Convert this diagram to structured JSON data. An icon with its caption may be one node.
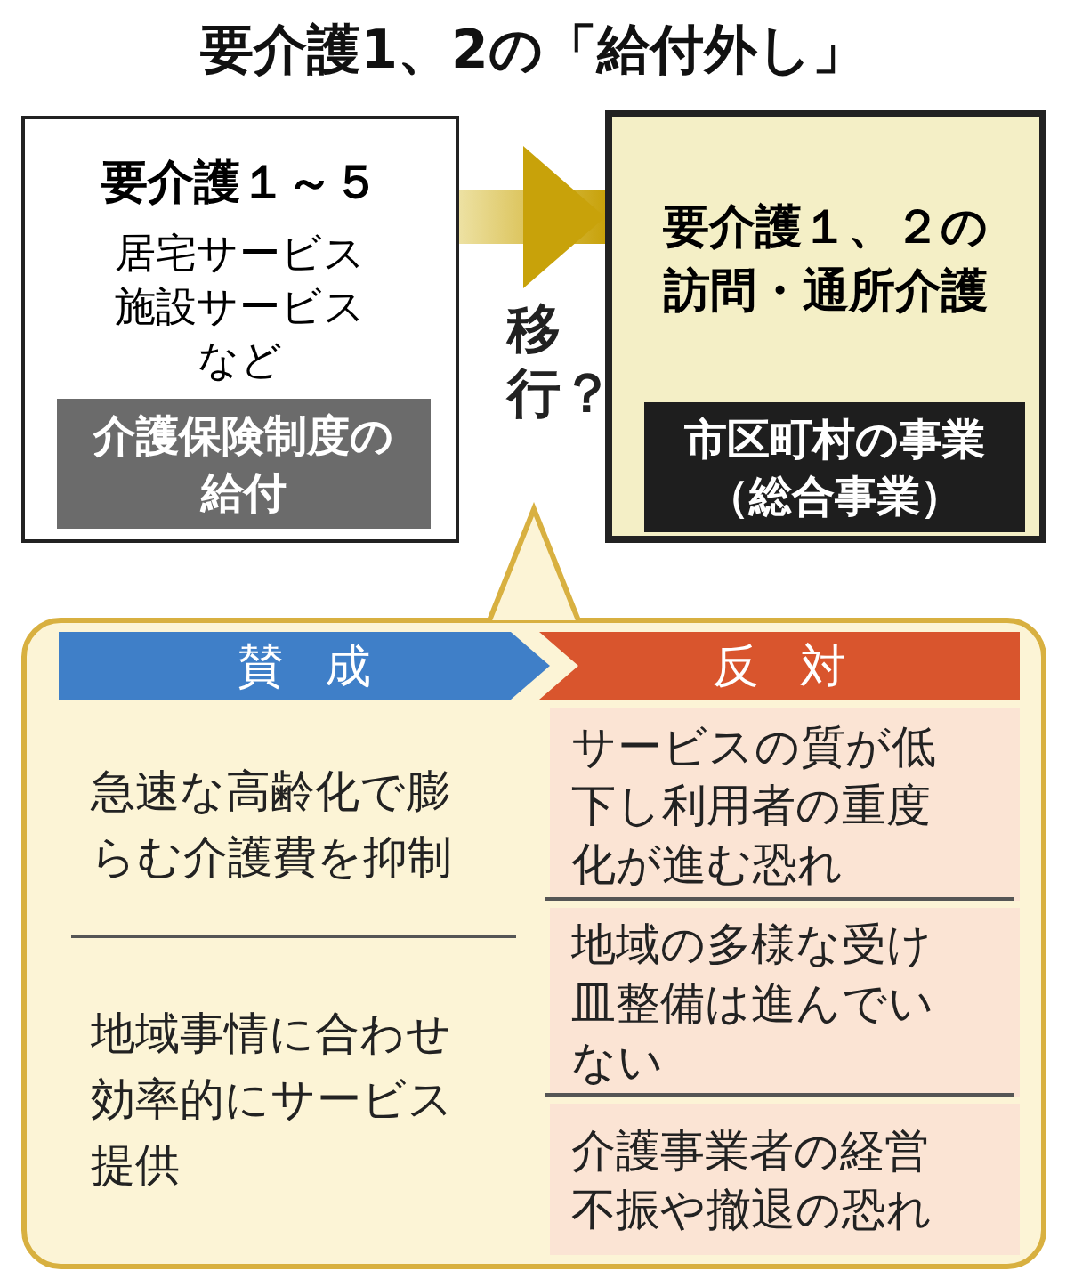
{
  "diagram": {
    "title": "要介護1、2の「給付外し」",
    "nodes": [
      {
        "text": [
          "要介護１～５",
          "居宅サービス",
          "施設サービス",
          "など"
        ]
      },
      {
        "text": [
          "介護保険制度の給付"
        ],
        "in": 0
      },
      {
        "text": [
          "要介護１、２の訪問・通所介護"
        ]
      },
      {
        "text": [
          "市区町村の事業（総合事業）"
        ],
        "in": 2
      },
      {
        "text": [],
        "shape": "box"
      },
      {
        "text": [
          "賛成"
        ],
        "in": 4
      },
      {
        "text": [
          "反対"
        ],
        "in": 4
      },
      {
        "text": [
          "急速な高齢化で膨らむ介護費を抑制"
        ],
        "in": 4
      },
      {
        "text": [
          "地域事情に合わせ効率的にサービス提供"
        ],
        "in": 4
      },
      {
        "text": [
          "サービスの質が低下し利用者の重度化が進む恐れ"
        ],
        "in": 4
      },
      {
        "text": [
          "地域の多様な受け皿整備は進んでいない"
        ],
        "in": 4
      },
      {
        "text": [
          "介護事業者の経営不振や撤退の恐れ"
        ],
        "in": 4
      }
    ],
    "edges": [
      {
        "from": 0,
        "to": 2,
        "arrow": "to",
        "label": "移行？"
      }
    ]
  }
}
